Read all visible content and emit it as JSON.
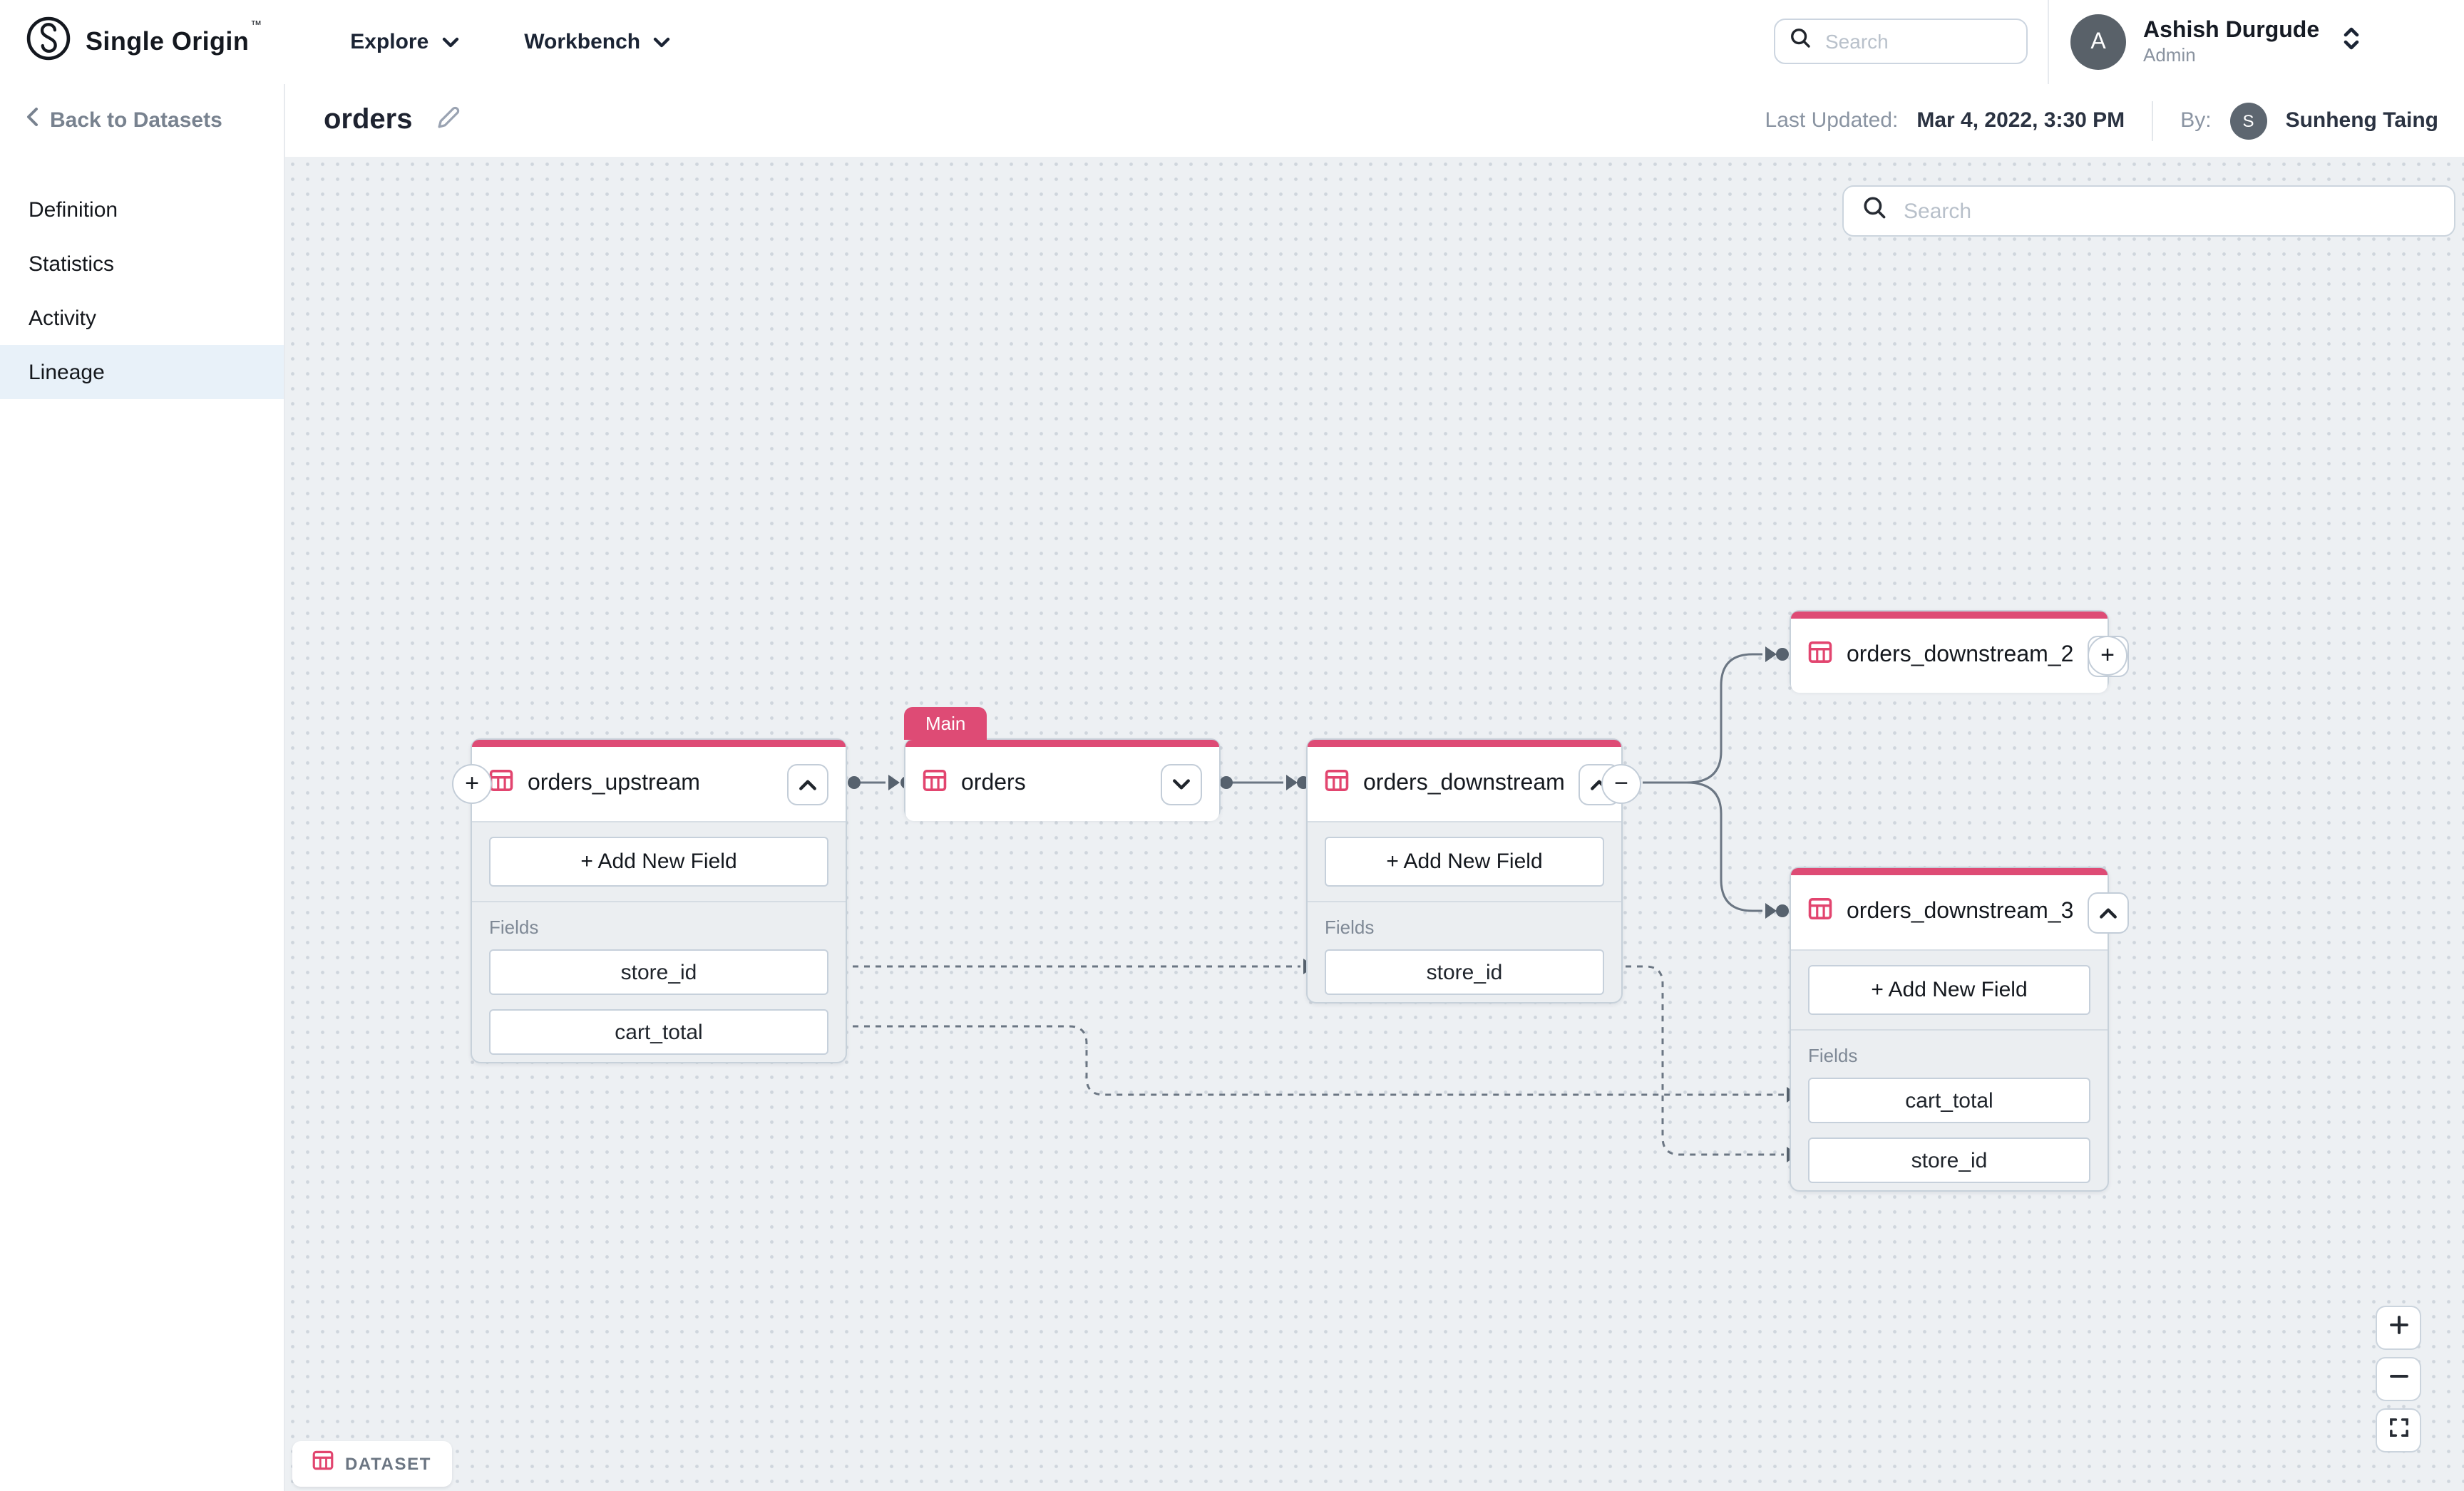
{
  "navbar": {
    "brand": "Single Origin",
    "brand_tm": "™",
    "menus": [
      {
        "label": "Explore"
      },
      {
        "label": "Workbench"
      }
    ],
    "search_placeholder": "Search",
    "user": {
      "initial": "A",
      "name": "Ashish Durgude",
      "role": "Admin"
    }
  },
  "page_header": {
    "back_label": "Back to Datasets",
    "title": "orders",
    "last_updated_label": "Last Updated:",
    "last_updated_value": "Mar 4, 2022, 3:30 PM",
    "by_label": "By:",
    "author_initial": "S",
    "author_name": "Sunheng Taing"
  },
  "sidebar": {
    "items": [
      {
        "label": "Definition"
      },
      {
        "label": "Statistics"
      },
      {
        "label": "Activity"
      },
      {
        "label": "Lineage",
        "active": true
      }
    ]
  },
  "canvas": {
    "search_placeholder": "Search",
    "legend_label": "DATASET",
    "zoom_controls": [
      "zoom-in",
      "zoom-out",
      "fit-view"
    ]
  },
  "nodes": [
    {
      "id": "orders_upstream",
      "name": "orders_upstream",
      "collapsed": false,
      "attach_label": "+",
      "add_field_label": "+ Add New Field",
      "fields_label": "Fields",
      "fields": [
        "store_id",
        "cart_total"
      ]
    },
    {
      "id": "orders",
      "name": "orders",
      "collapsed": true,
      "badge": "Main"
    },
    {
      "id": "orders_downstream",
      "name": "orders_downstream",
      "collapsed": false,
      "attach_label": "−",
      "add_field_label": "+ Add New Field",
      "fields_label": "Fields",
      "fields": [
        "store_id"
      ]
    },
    {
      "id": "orders_downstream_2",
      "name": "orders_downstream_2",
      "collapsed": true,
      "attach_label": "+"
    },
    {
      "id": "orders_downstream_3",
      "name": "orders_downstream_3",
      "collapsed": false,
      "add_field_label": "+ Add New Field",
      "fields_label": "Fields",
      "fields": [
        "cart_total",
        "store_id"
      ]
    }
  ],
  "edges": [
    {
      "from": "orders_upstream",
      "to": "orders",
      "type": "table",
      "style": "solid"
    },
    {
      "from": "orders",
      "to": "orders_downstream",
      "type": "table",
      "style": "solid"
    },
    {
      "from": "orders_downstream",
      "to": "orders_downstream_2",
      "type": "table",
      "style": "solid"
    },
    {
      "from": "orders_downstream",
      "to": "orders_downstream_3",
      "type": "table",
      "style": "solid"
    },
    {
      "from": "orders_upstream.store_id",
      "to": "orders_downstream.store_id",
      "type": "field",
      "style": "dashed"
    },
    {
      "from": "orders_upstream.cart_total",
      "to": "orders_downstream_3.cart_total",
      "type": "field",
      "style": "dashed"
    },
    {
      "from": "orders_downstream.store_id",
      "to": "orders_downstream_3.store_id",
      "type": "field",
      "style": "dashed"
    }
  ],
  "colors": {
    "accent_pink": "#DE4B75",
    "node_border": "#C7D1DA",
    "edge_gray": "#6B7683",
    "canvas_bg": "#EDF0F3",
    "active_item_bg": "#E8F1F9"
  }
}
